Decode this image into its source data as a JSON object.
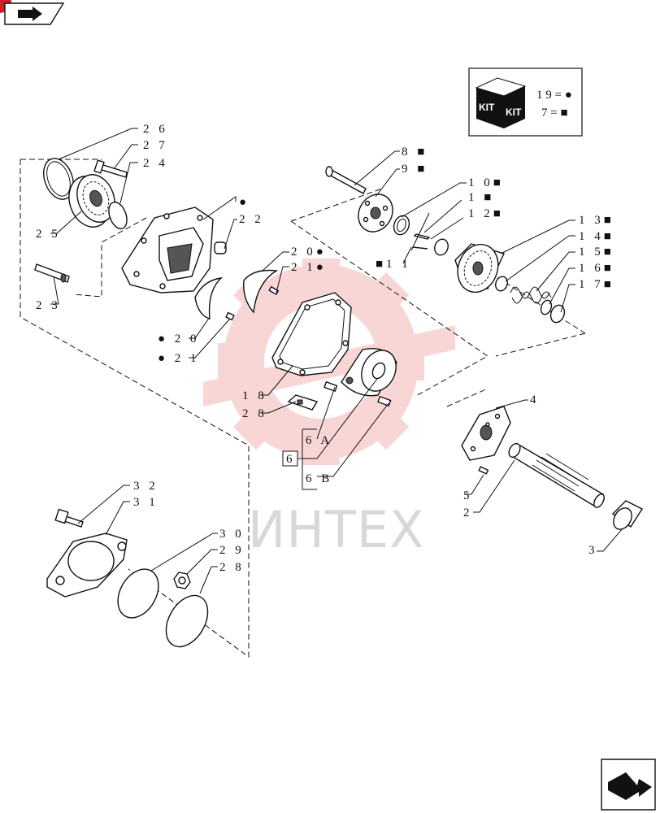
{
  "watermark": {
    "text": "ИНТЕХ",
    "gear_color": "#f5b5b5"
  },
  "kit": {
    "label_left": "KIT",
    "label_right": "KIT",
    "line1": "1 9 = ●",
    "line2": "7 = ■"
  },
  "callouts": {
    "c26": "2 6",
    "c27": "2 7",
    "c24": "2 4",
    "c25": "2 5",
    "c23": "2 3",
    "c22": "2 2",
    "c22_mark": "●",
    "c20a": "2 0●",
    "c21a": "2 1●",
    "c20b": "● 2 0",
    "c21b": "● 2 1",
    "c18": "1 8",
    "c28a": "2 8",
    "c6": "6",
    "c6a": "6 A",
    "c6b": "6 B",
    "c8": "8 ■",
    "c9": "9 ■",
    "c10": "1 0■",
    "c1": "1  ■",
    "c12": "1 2■",
    "c11": "■1 1",
    "c13": "1 3■",
    "c14": "1 4■",
    "c15": "1 5■",
    "c16": "1 6■",
    "c17": "1 7■",
    "c4": "4",
    "c5": "5",
    "c2": "2",
    "c3": "3",
    "c32": "3 2",
    "c31": "3 1",
    "c30": "3 0",
    "c29": "2 9",
    "c28b": "2 8"
  },
  "icons": {
    "nav_top": "book-arrow-icon",
    "nav_bottom": "return-arrow-icon",
    "corner": "red-corner-marker"
  }
}
